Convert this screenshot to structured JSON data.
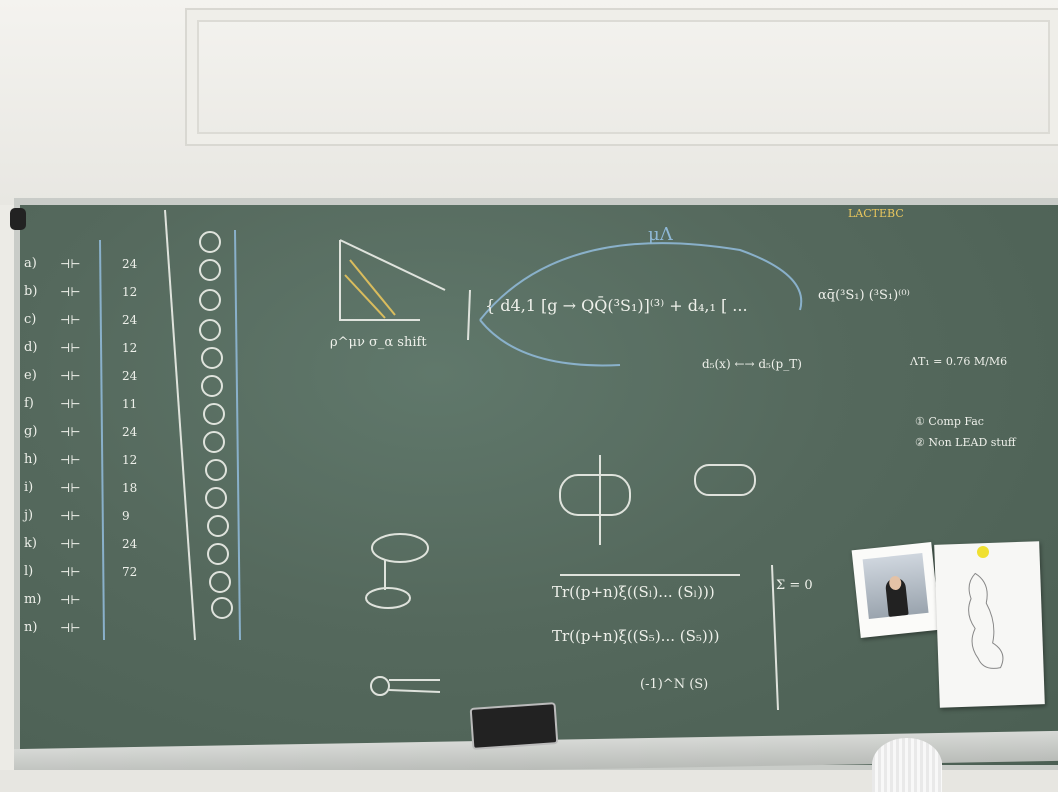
{
  "scene": {
    "column_letters": [
      "a)",
      "b)",
      "c)",
      "d)",
      "e)",
      "f)",
      "g)",
      "h)",
      "i)",
      "j)",
      "k)",
      "l)",
      "m)",
      "n)"
    ],
    "column_numbers": [
      "24",
      "",
      "",
      "12",
      "24",
      "12",
      "24",
      "11",
      "24",
      "12",
      "18",
      "9",
      "24",
      "72"
    ],
    "top_right": "LACTEBC",
    "eq_main": "{ d4,1 [g → QQ̄(³S₁)]⁽³⁾ + d₄,₁ [ ...",
    "eq_right": "αq̄(³S₁) (³S₁)⁽⁰⁾",
    "mu_label": "μΛ",
    "rho_label": "ρ^μν  σ_α shift",
    "mass_note": "ΛΤ₁ = 0.76  M/M6",
    "bullet1": "① Comp Fac",
    "bullet2": "② Non LEAD stuff",
    "trace1": "Tr((p+n)ξ((Sₗ)... (Sₗ)))",
    "trace2": "Tr((p+n)ξ((S₅)... (S₅)))",
    "sign_term": "(-1)^N (S)",
    "sigma_eq": "Σ = 0",
    "d_eq": "d₅(x) ←→ d₅(p_T)"
  }
}
